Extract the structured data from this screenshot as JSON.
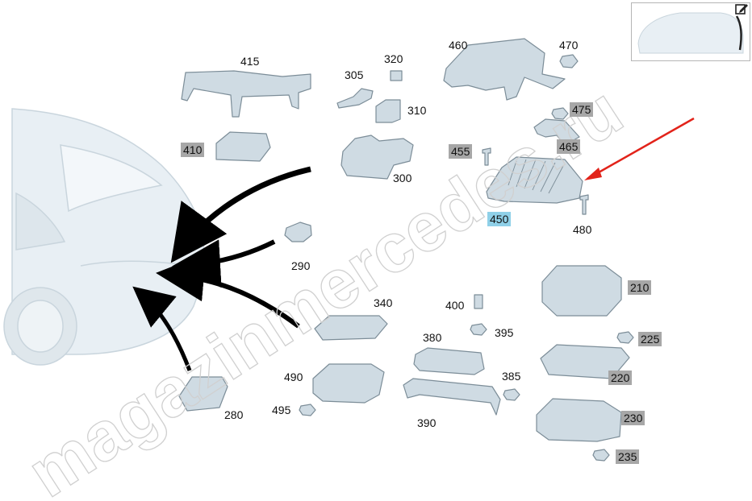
{
  "watermark": "magazinmercedes.ru",
  "colors": {
    "part_fill": "#cfdbe3",
    "part_stroke": "#7c8d98",
    "car_fill": "#e6eef3",
    "label_grey": "#a7a7a7",
    "label_highlight": "#8fd0e8",
    "pointer_arrow": "#e2231a"
  },
  "icons": {
    "edit": "edit-pencil-icon"
  },
  "labels": {
    "p415": "415",
    "p305": "305",
    "p320": "320",
    "p310": "310",
    "p300": "300",
    "p460": "460",
    "p470": "470",
    "p475": "475",
    "p465": "465",
    "p455": "455",
    "p450": "450",
    "p480": "480",
    "p410": "410",
    "p290": "290",
    "p340": "340",
    "p400": "400",
    "p395": "395",
    "p380": "380",
    "p385": "385",
    "p490": "490",
    "p495": "495",
    "p390": "390",
    "p280": "280",
    "p210": "210",
    "p225": "225",
    "p220": "220",
    "p230": "230",
    "p235": "235"
  }
}
